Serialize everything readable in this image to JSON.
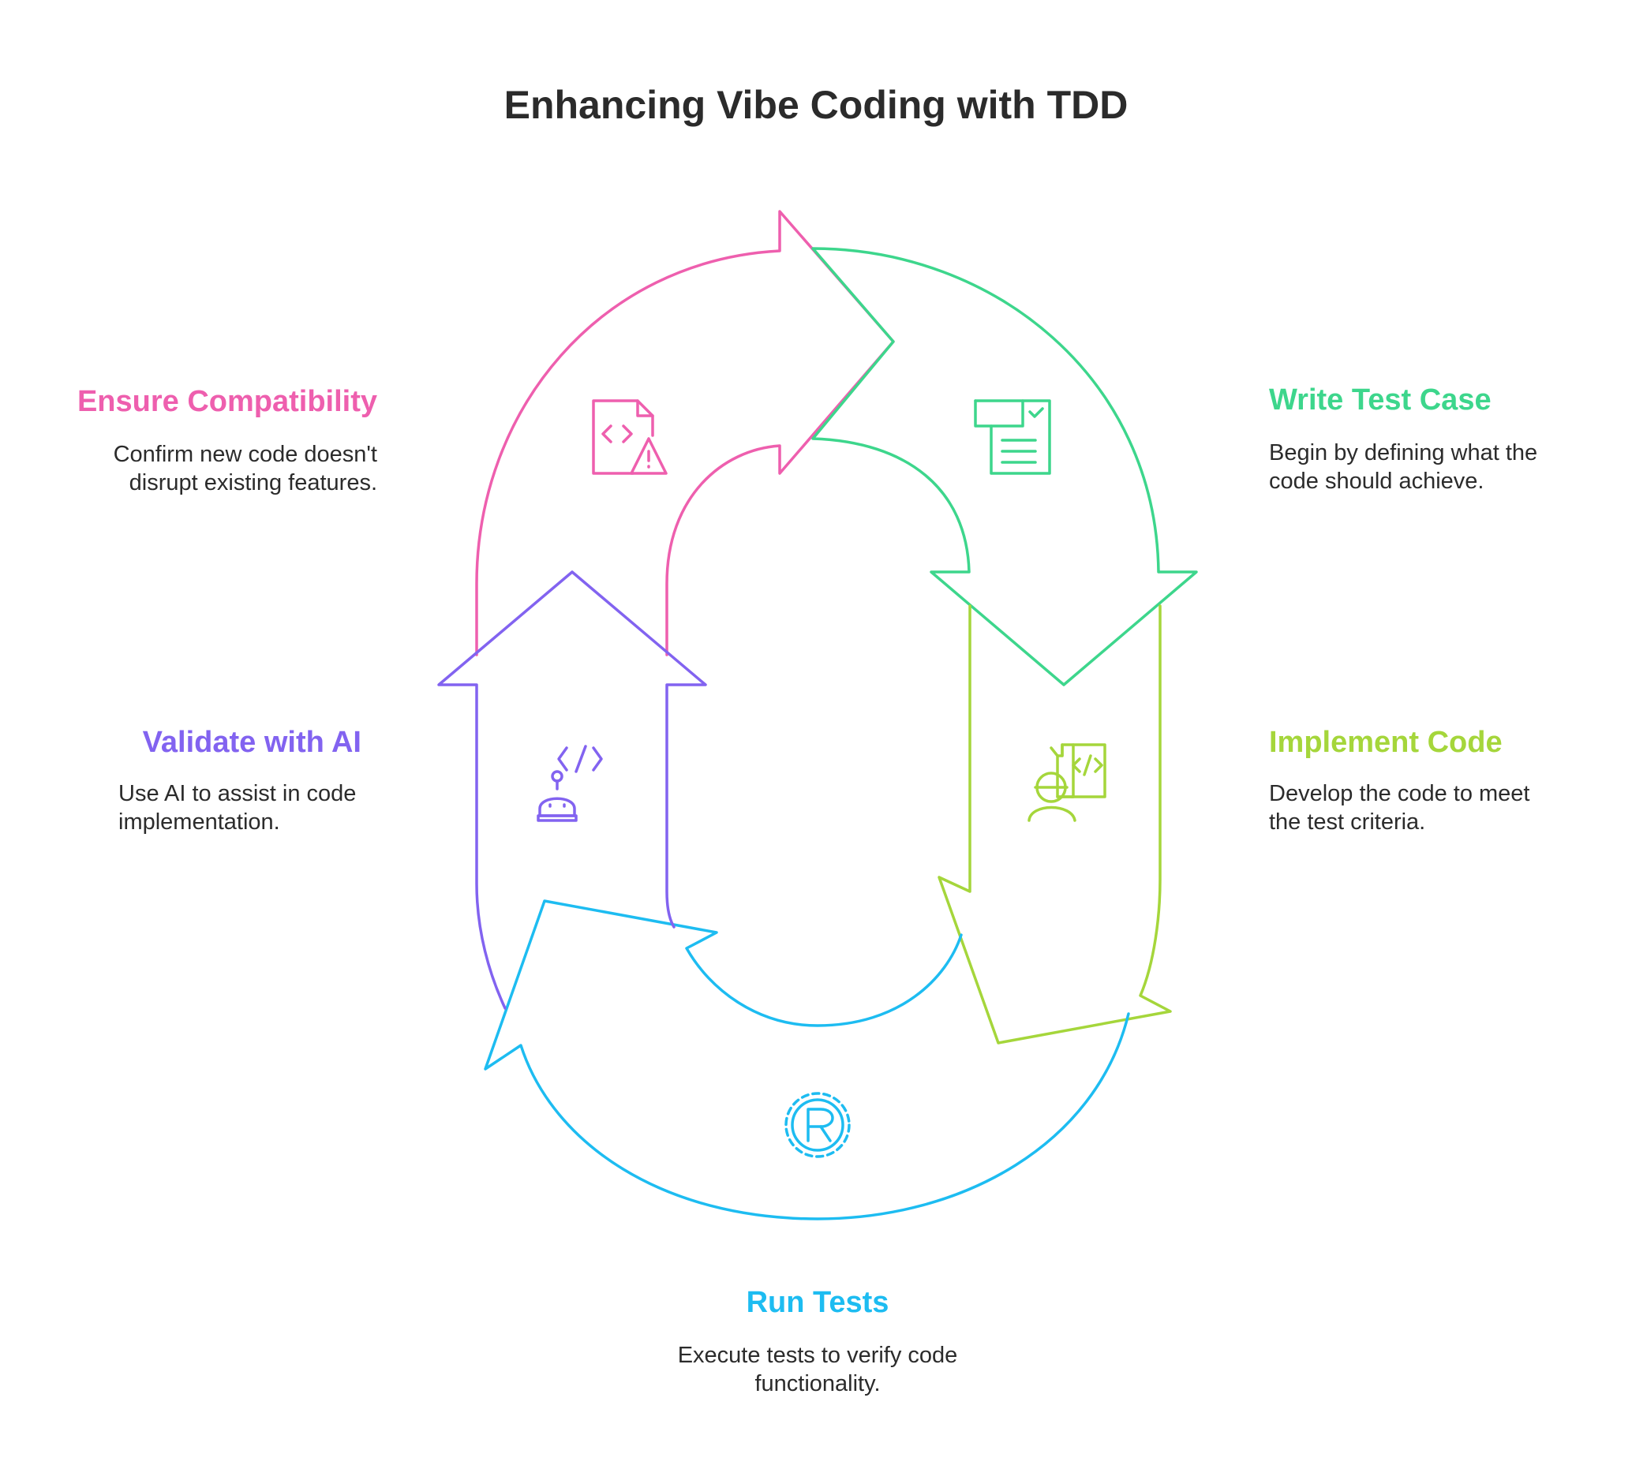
{
  "title": "Enhancing Vibe Coding with TDD",
  "colors": {
    "pink": "#ee5fae",
    "green": "#3dd68c",
    "lime": "#a5d63b",
    "blue": "#1dbcf1",
    "purple": "#8263f0",
    "text": "#2b2b2b"
  },
  "steps": [
    {
      "id": "write",
      "heading": "Write Test Case",
      "desc_line1": "Begin by defining what the",
      "desc_line2": "code should achieve.",
      "icon": "test-document-icon"
    },
    {
      "id": "implement",
      "heading": "Implement Code",
      "desc_line1": "Develop the code to meet",
      "desc_line2": "the test criteria.",
      "icon": "developer-icon"
    },
    {
      "id": "run",
      "heading": "Run Tests",
      "desc_line1": "Execute tests to verify code",
      "desc_line2": "functionality.",
      "icon": "gear-r-icon"
    },
    {
      "id": "validate",
      "heading": "Validate with AI",
      "desc_line1": "Use AI to assist in code",
      "desc_line2": "implementation.",
      "icon": "ai-robot-code-icon"
    },
    {
      "id": "ensure",
      "heading": "Ensure Compatibility",
      "desc_line1": "Confirm new code doesn't",
      "desc_line2": "disrupt existing features.",
      "icon": "code-file-warning-icon"
    }
  ]
}
